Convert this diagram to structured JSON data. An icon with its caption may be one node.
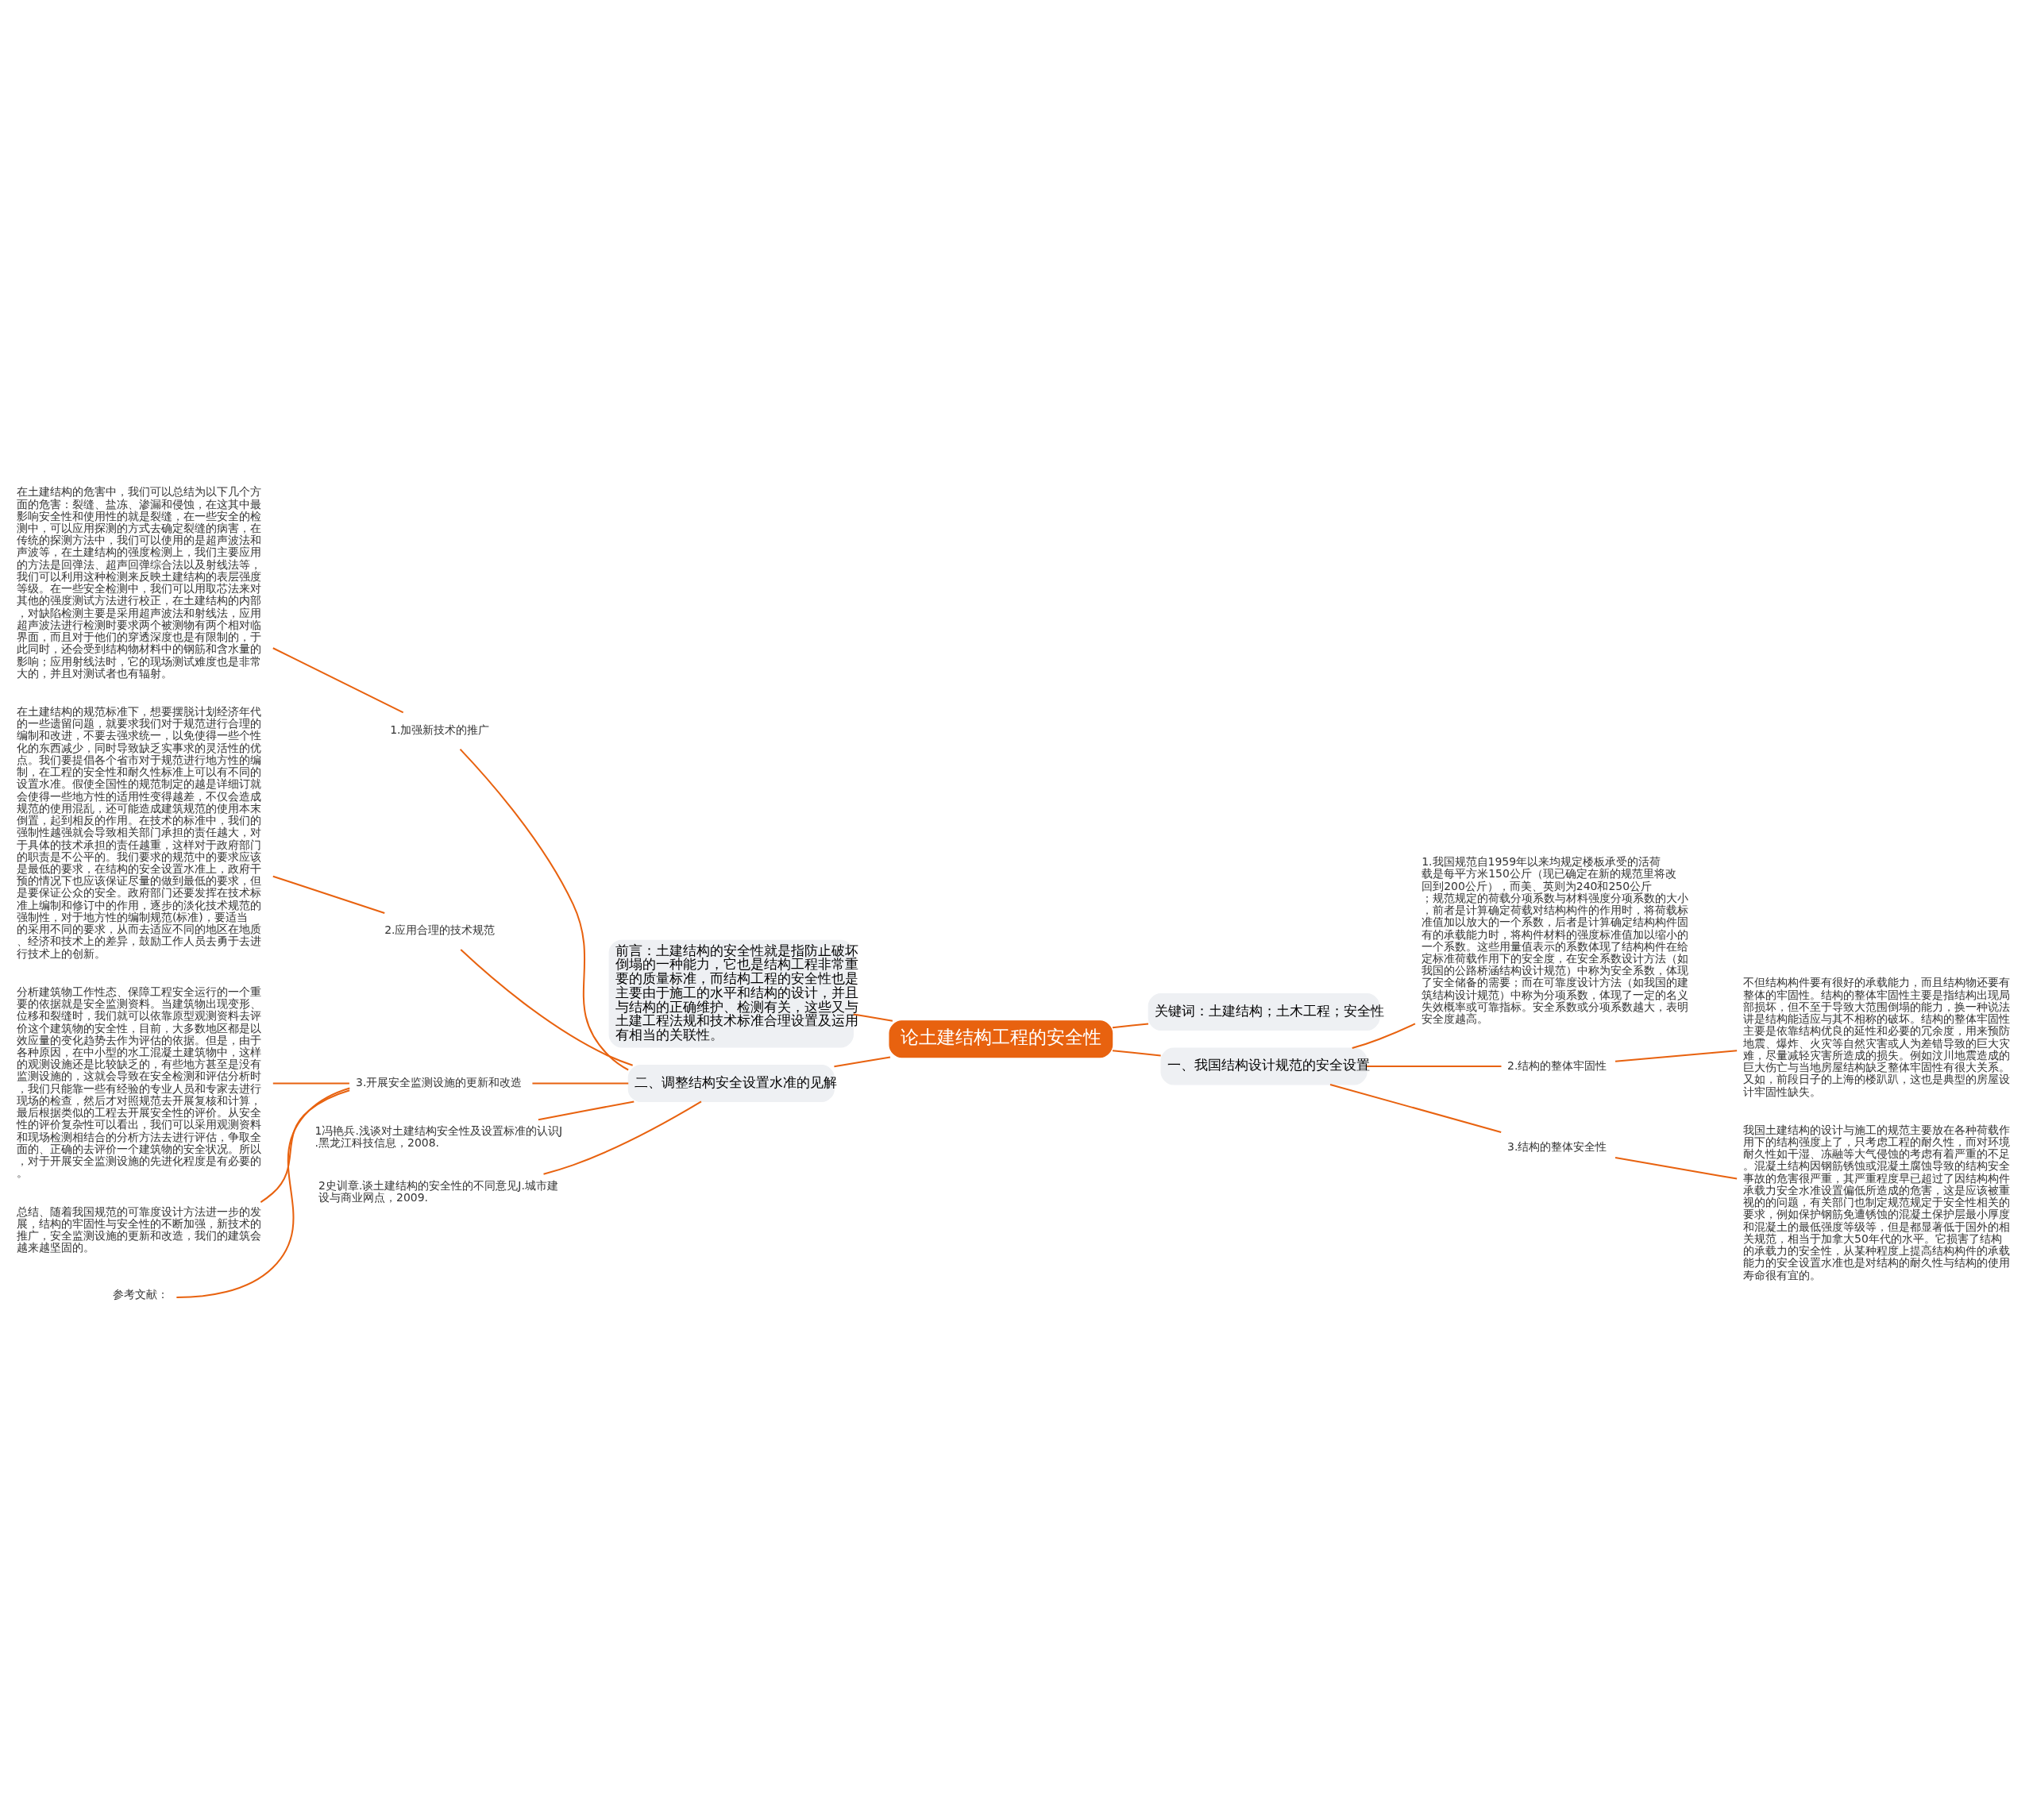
{
  "diagram": {
    "nodes": [
      {
        "text": [
          "论土建结构工程的安全性"
        ]
      },
      {
        "text": [
          "前言：土建结构的安全性就是指防止破坏倒塌的一种能力，它也是结构工程非常重要的质量标准，而结构工程的安全性也是主要由于施工的水平和结构的设计，并且与结构的正确维护、检测有关，这些又与土建工程法规和技术标准合理设置及运用有相当的关联性。"
        ]
      },
      {
        "text": [
          "二、调整结构安全设置水准的见解"
        ]
      },
      {
        "text": [
          "1.加强新技术的推广"
        ]
      },
      {
        "text": [
          "在土建结构的危害中，我们可以总结为以下几个方面的危害：裂缝、盐冻、渗漏和侵蚀，在这其中最影响安全性和使用性的就是裂缝，在一些安全的检测中，可以应用探测的方式去确定裂缝的病害，在传统的探测方法中，我们可以使用的是超声波法和声波等，在土建结构的强度检测上，我们主要应用的方法是回弹法、超声回弹综合法以及射线法等，我们可以利用这种检测来反映土建结构的表层强度等级。在一些安全检测中，我们可以用取芯法来对其他的强度测试方法进行校正，在土建结构的内部，对缺陷检测主要是采用超声波法和射线法，应用超声波法进行检测时要求两个被测物有两个相对临界面，而且对于他们的穿透深度也是有限制的，于此同时，还会受到结构物材料中的钢筋和含水量的影响；应用射线法时，它的现场测试难度也是非常大的，并且对测试者也有辐射。"
        ]
      },
      {
        "text": [
          "2.应用合理的技术规范"
        ]
      },
      {
        "text": [
          "在土建结构的规范标准下，想要摆脱计划经济年代的一些遗留问题，就要求我们对于规范进行合理的编制和改进，不要去强求统一，以免使得一些个性化的东西减少，同时导致缺乏实事求的灵活性的优点。我们要提倡各个省市对于规范进行地方性的编制，在工程的安全性和耐久性标准上可以有不同的设置水准。假使全国性的规范制定的越是详细订就会使得一些地方性的适用性变得越差，不仅会造成规范的使用混乱，还可能造成建筑规范的使用本末倒置，起到相反的作用。在技术的标准中，我们的强制性越强就会导致相关部门承担的责任越大，对于具体的技术承担的责任越重，这样对于政府部门的职责是不公平的。我们要求的规范中的要求应该是最低的要求，在结构的安全设置水准上，政府干预的情况下也应该保证尽量的做到最低的要求，但是要保证公众的安全。政府部门还要发挥在技术标准上编制和修订中的作用，逐步的淡化技术规范的强制性，对于地方性的编制规范(标准)，要适当的采用不同的要求，从而去适应不同的地区在地质、经济和技术上的差异，鼓励工作人员去勇于去进行技术上的创新。"
        ]
      },
      {
        "text": [
          "3.开展安全监测设施的更新和改造"
        ]
      },
      {
        "text": [
          "分析建筑物工作性态、保障工程安全运行的一个重要的依据就是安全监测资料。当建筑物出现变形、位移和裂缝时，我们就可以依靠原型观测资料去评价这个建筑物的安全性，目前，大多数地区都是以效应量的变化趋势去作为评估的依据。但是，由于各种原因，在中小型的水工混凝土建筑物中，这样的观测设施还是比较缺乏的，有些地方甚至是没有监测设施的，这就会导致在安全检测和评估分析时，我们只能靠一些有经验的专业人员和专家去进行现场的检查，然后才对照规范去开展复核和计算，最后根据类似的工程去开展安全性的评价。从安全性的评价复杂性可以看出，我们可以采用观测资料和现场检测相结合的分析方法去进行评估，争取全面的、正确的去评价一个建筑物的安全状况。所以，对于开展安全监测设施的先进化程度是有必要的。"
        ]
      },
      {
        "text": [
          "总结、随着我国规范的可靠度设计方法进一步的发展，结构的牢固性与安全性的不断加强，新技术的推广，安全监测设施的更新和改造，我们的建筑会越来越坚固的。"
        ]
      },
      {
        "text": [
          "参考文献："
        ]
      },
      {
        "text": [
          "1冯艳兵.浅谈对土建结构安全性及设置标准的认识J.黑龙江科技信息，2008."
        ]
      },
      {
        "text": [
          "2史训章.谈土建结构的安全性的不同意见J.城市建设与商业网点，2009."
        ]
      },
      {
        "text": [
          "关键词：土建结构；土木工程；安全性"
        ]
      },
      {
        "text": [
          "一、我国结构设计规范的安全设置"
        ]
      },
      {
        "text": [
          "1.我国规范自1959年以来均规定楼板承受的活荷载是每平方米150公斤（现已确定在新的规范里将改回到200公斤），而美、英则为240和250公斤；规范规定的荷载分项系数与材料强度分项系数的大小，前者是计算确定荷载对结构构件的作用时，将荷载标准值加以放大的一个系数，后者是计算确定结构构件固有的承载能力时，将构件材料的强度标准值加以缩小的一个系数。这些用量值表示的系数体现了结构构件在给定标准荷载作用下的安全度，在安全系数设计方法（如我国的公路桥涵结构设计规范）中称为安全系数，体现了安全储备的需要；而在可靠度设计方法（如我国的建筑结构设计规范）中称为分项系数，体现了一定的名义失效概率或可靠指标。安全系数或分项系数越大，表明安全度越高。"
        ]
      },
      {
        "text": [
          "2.结构的整体牢固性"
        ]
      },
      {
        "text": [
          "不但结构构件要有很好的承载能力，而且结构物还要有整体的牢固性。结构的整体牢固性主要是指结构出现局部损坏，但不至于导致大范围倒塌的能力，换一种说法讲是结构能适应与其不相称的破坏。结构的整体牢固性主要是依靠结构优良的延性和必要的冗余度，用来预防地震、爆炸、火灾等自然灾害或人为差错导致的巨大灾难，尽量减轻灾害所造成的损失。例如汶川地震造成的巨大伤亡与当地房屋结构缺乏整体牢固性有很大关系。又如，前段日子的上海的楼趴趴，这也是典型的房屋设计牢固性缺失。"
        ]
      },
      {
        "text": [
          "3.结构的整体安全性"
        ]
      },
      {
        "text": [
          "我国土建结构的设计与施工的规范主要放在各种荷载作用下的结构强度上了，只考虑工程的耐久性，而对环境耐久性如干湿、冻融等大气侵蚀的考虑有着严重的不足。混凝土结构因钢筋锈蚀或混凝土腐蚀导致的结构安全事故的危害很严重，其严重程度早已超过了因结构构件承载力安全水准设置偏低所造成的危害，这是应该被重视的的问题，有关部门也制定规范规定于安全性相关的要求，例如保护钢筋免遭锈蚀的混凝土保护层最小厚度和混凝土的最低强度等级等，但是都显著低于国外的相关规范，相当于加拿大50年代的水平。它损害了结构的承载力的安全性，从某种程度上提高结构构件的承载能力的安全设置水准也是对结构的耐久性与结构的使用寿命很有宜的。"
        ]
      }
    ],
    "edges": [
      {
        "from": 0,
        "to": 1,
        "arrow": "none"
      },
      {
        "from": 0,
        "to": 2,
        "arrow": "none"
      },
      {
        "from": 2,
        "to": 3,
        "arrow": "none"
      },
      {
        "from": 3,
        "to": 4,
        "arrow": "none"
      },
      {
        "from": 2,
        "to": 5,
        "arrow": "none"
      },
      {
        "from": 5,
        "to": 6,
        "arrow": "none"
      },
      {
        "from": 2,
        "to": 7,
        "arrow": "none"
      },
      {
        "from": 7,
        "to": 8,
        "arrow": "none"
      },
      {
        "from": 7,
        "to": 9,
        "arrow": "none"
      },
      {
        "from": 7,
        "to": 10,
        "arrow": "none"
      },
      {
        "from": 2,
        "to": 11,
        "arrow": "none"
      },
      {
        "from": 2,
        "to": 12,
        "arrow": "none"
      },
      {
        "from": 0,
        "to": 13,
        "arrow": "none"
      },
      {
        "from": 0,
        "to": 14,
        "arrow": "none"
      },
      {
        "from": 14,
        "to": 15,
        "arrow": "none"
      },
      {
        "from": 14,
        "to": 16,
        "arrow": "none"
      },
      {
        "from": 16,
        "to": 17,
        "arrow": "none"
      },
      {
        "from": 14,
        "to": 18,
        "arrow": "none"
      },
      {
        "from": 18,
        "to": 19,
        "arrow": "none"
      }
    ]
  }
}
